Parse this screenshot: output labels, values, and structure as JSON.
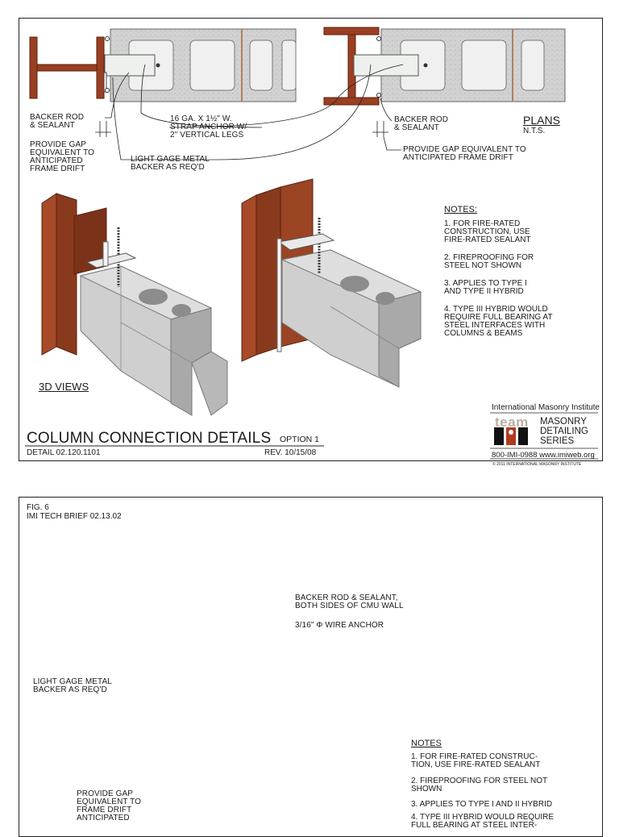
{
  "plan_labels": {
    "backer_rod_left": "BACKER ROD\n& SEALANT",
    "strap_anchor": "16 GA. x 1½\" W.\nSTRAP ANCHOR W/\n2\" VERTICAL LEGS",
    "backer_rod_right": "BACKER ROD\n& SEALANT",
    "plans_title": "PLANS",
    "plans_scale": "N.T.S.",
    "provide_gap_left": "PROVIDE GAP\nEQUIVALENT TO\nANTICIPATED\nFRAME DRIFT",
    "light_gage": "LIGHT GAGE METAL\nBACKER AS REQ'D",
    "provide_gap_right": "PROVIDE GAP EQUIVALENT TO\nANTICIPATED FRAME DRIFT"
  },
  "views_label": "3D VIEWS",
  "notes1": {
    "heading": "NOTES:",
    "items": [
      "1. FOR FIRE-RATED\n    CONSTRUCTION, USE\n    FIRE-RATED SEALANT",
      "2. FIREPROOFING FOR\n    STEEL NOT SHOWN",
      "3. APPLIES TO TYPE I\n    AND TYPE II HYBRID",
      "4. TYPE III HYBRID WOULD\n    REQUIRE FULL BEARING AT\n    STEEL INTERFACES WITH\n    COLUMNS  & BEAMS"
    ]
  },
  "title_block": {
    "title": "COLUMN CONNECTION DETAILS",
    "option": "OPTION 1",
    "detail": "DETAIL 02.120.1101",
    "rev": "REV. 10/15/08",
    "institute": "International Masonry Institute",
    "team": "team",
    "series": "MASONRY\nDETAILING\nSERIES",
    "contact": "800-IMI-0988  www.imiweb.org",
    "copyright": "© 2011 INTERNATIONAL MASONRY INSTITUTE"
  },
  "figure2": {
    "fig": "FIG. 6",
    "brief": "IMI TECH BRIEF 02.13.02",
    "backer_rod": "BACKER ROD & SEALANT,\nBOTH SIDES OF CMU WALL",
    "wire_anchor": "3/16\" Φ WIRE ANCHOR",
    "light_gage": "LIGHT GAGE METAL\nBACKER AS REQ'D",
    "provide_gap": "PROVIDE GAP\nEQUIVALENT TO\nFRAME DRIFT\nANTICIPATED",
    "notes_heading": "NOTES",
    "notes": [
      "1. FOR FIRE-RATED CONSTRUC-\n    TION, USE FIRE-RATED SEALANT",
      "2. FIREPROOFING FOR STEEL NOT\n    SHOWN",
      "3. APPLIES TO TYPE I AND II HYBRID",
      "4. TYPE III HYBRID WOULD REQUIRE\n    FULL BEARING AT STEEL INTER-"
    ]
  },
  "colors": {
    "steel": "#9a3f22",
    "steel_dark": "#6e2a14",
    "cmu": "#c9c9c9",
    "cmu_dark": "#9e9e9e",
    "ink": "#1a1a1a"
  }
}
